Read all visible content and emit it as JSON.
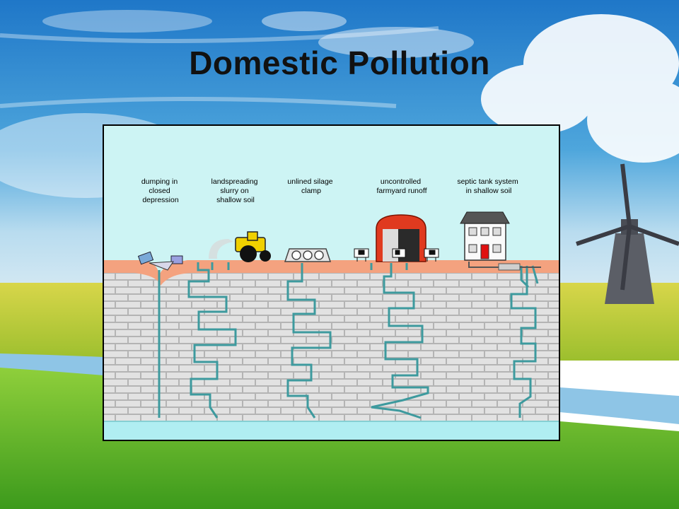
{
  "slide": {
    "title": "Domestic Pollution"
  },
  "diagram": {
    "labels": [
      {
        "id": "dumping",
        "lines": [
          "dumping in",
          "closed",
          "depression"
        ]
      },
      {
        "id": "landspreading",
        "lines": [
          "landspreading",
          "slurry on",
          "shallow soil"
        ]
      },
      {
        "id": "silage",
        "lines": [
          "unlined silage",
          "clamp"
        ]
      },
      {
        "id": "runoff",
        "lines": [
          "uncontrolled",
          "farmyard runoff"
        ]
      },
      {
        "id": "septic",
        "lines": [
          "septic tank system",
          "in shallow soil"
        ]
      }
    ]
  },
  "colors": {
    "sky": "#cdf4f4",
    "soil": "#f4a27f",
    "rock_block": "#e2e2e2",
    "rock_mortar": "#b4b4b4",
    "water_table": "#b0eef2",
    "pollutant": "#3d9a9e",
    "border": "#000000"
  }
}
